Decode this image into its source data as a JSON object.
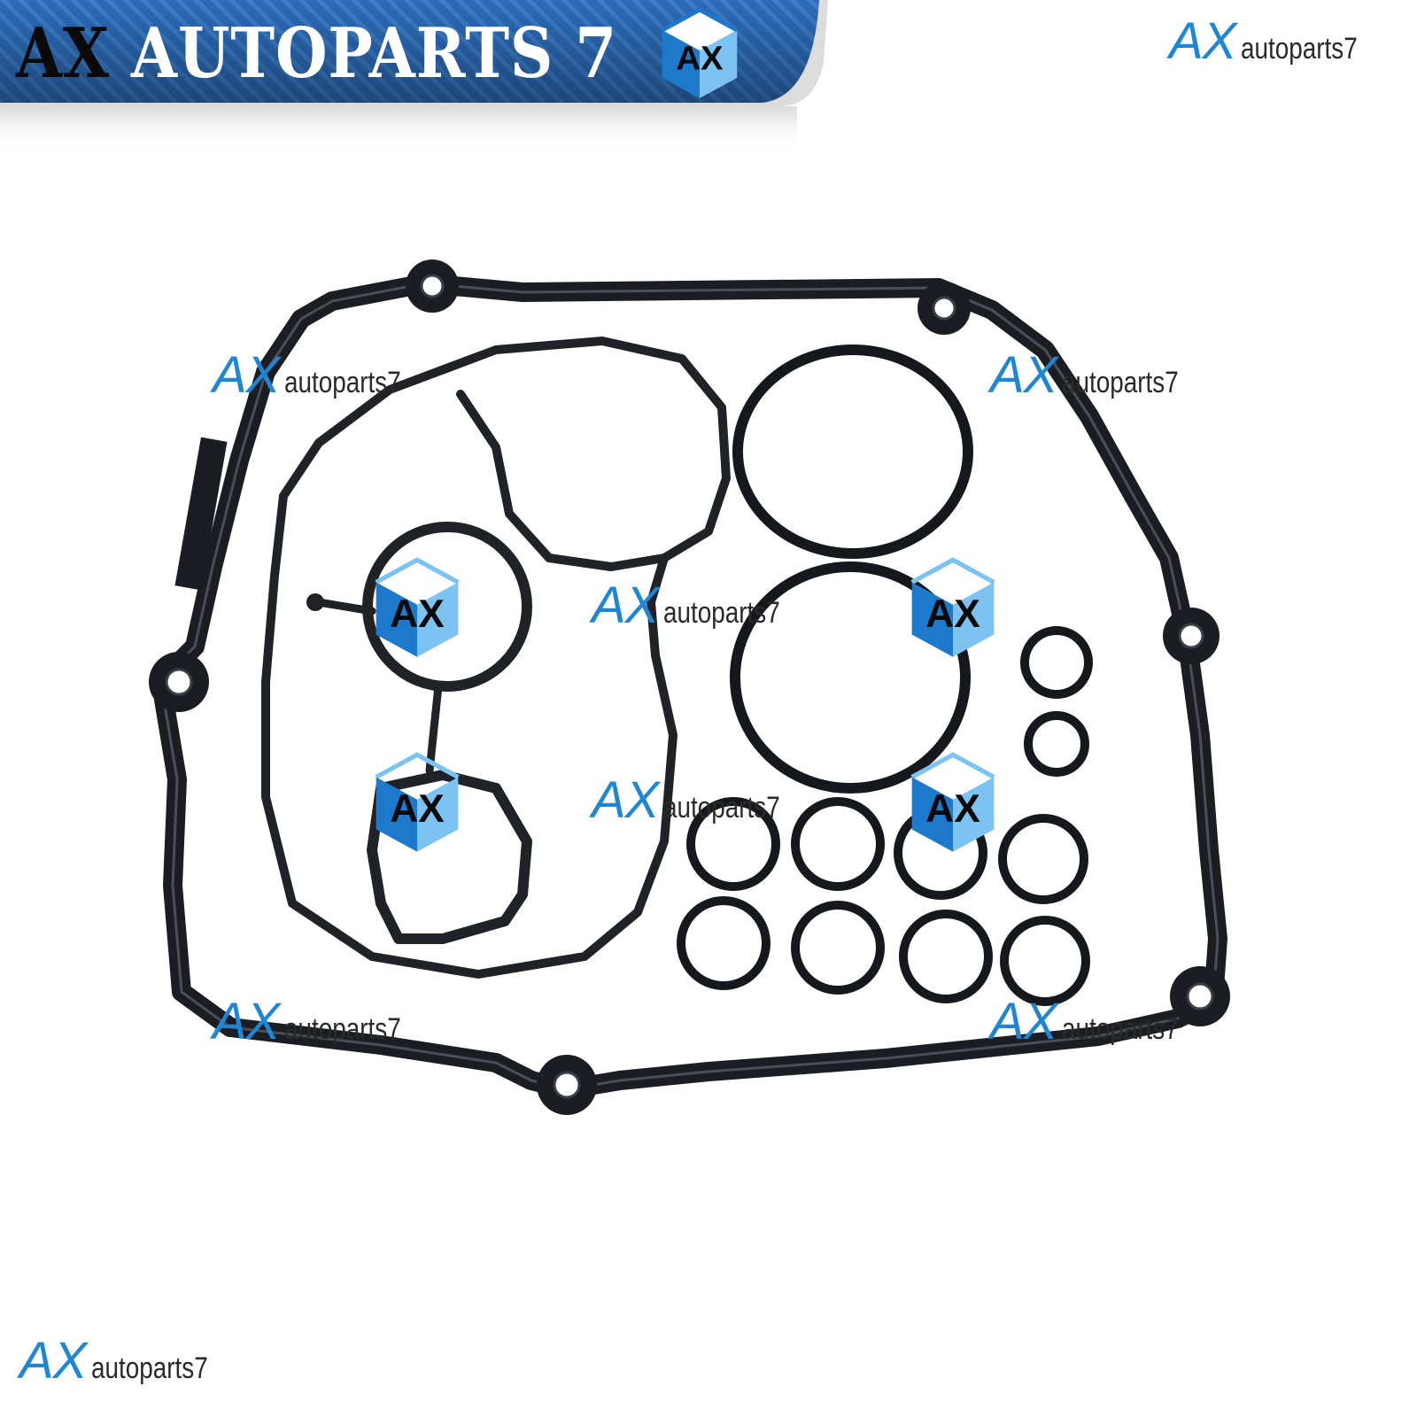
{
  "banner": {
    "title_ax": "AX",
    "title_rest": "AUTOPARTS 7",
    "logo_text": "AX",
    "colors": {
      "banner_blue": "#2f6fbf",
      "banner_dark": "#15315e",
      "logo_blue": "#1c79cc",
      "logo_light": "#7cc3f2"
    }
  },
  "watermark": {
    "brand": "AX",
    "suffix": "autoparts7",
    "cube_text": "AX",
    "colors": {
      "ax_blue": "#1f86d6",
      "suffix_dark": "#2a2a2a"
    }
  },
  "product": {
    "kind": "gasket and o-ring seal set",
    "gasket_color": "#1a1d22"
  }
}
